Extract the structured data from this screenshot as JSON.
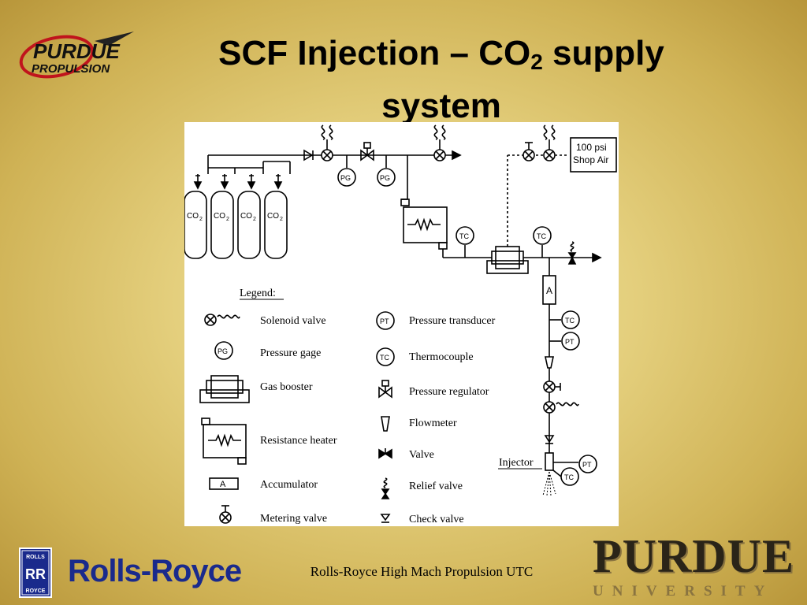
{
  "slide": {
    "title_main": "SCF Injection – CO",
    "title_sub": "2",
    "title_rest": " supply",
    "title_line2": "system",
    "footer": "Rolls-Royce High Mach Propulsion UTC"
  },
  "logos": {
    "purdue_propulsion": [
      "PURDUE",
      "PROPULSION"
    ],
    "rolls_royce_badge": [
      "ROLLS",
      "RR",
      "ROYCE"
    ],
    "rolls_royce": "Rolls-Royce",
    "purdue": "PURDUE",
    "university": "UNIVERSITY"
  },
  "diagram": {
    "cylinder_label": "CO",
    "cylinder_sub": "2",
    "shop_air": [
      "100 psi",
      "Shop Air"
    ],
    "pg": "PG",
    "tc": "TC",
    "pt": "PT",
    "accumulator": "A",
    "injector": "Injector"
  },
  "legend": {
    "title": "Legend:",
    "left": [
      "Solenoid valve",
      "Pressure gage",
      "Gas booster",
      "Resistance heater",
      "Accumulator",
      "Metering valve"
    ],
    "right": [
      "Pressure transducer",
      "Thermocouple",
      "Pressure regulator",
      "Flowmeter",
      "Valve",
      "Relief valve",
      "Check valve"
    ],
    "symbol_pg": "PG",
    "symbol_a": "A",
    "symbol_pt": "PT",
    "symbol_tc": "TC"
  },
  "colors": {
    "background": "#e4cf7d",
    "rolls_royce_blue": "#1a2a8c",
    "propulsion_red": "#c0141c"
  }
}
